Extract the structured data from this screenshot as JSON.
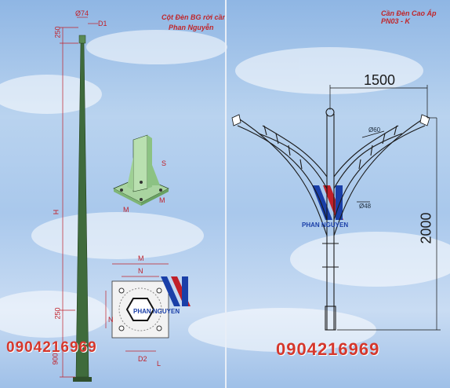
{
  "left_panel": {
    "title_line1": "Cột Đèn BG rời cần",
    "title_line2": "Phan Nguyễn",
    "phone": "0904216969",
    "labels": {
      "d74": "Ø74",
      "d1": "D1",
      "h250": "250",
      "h": "H",
      "h900": "900",
      "h250b": "250",
      "m_top": "M",
      "n_top": "N",
      "n_side": "N",
      "d2": "D2",
      "l": "L",
      "s": "S",
      "m_iso_left": "M",
      "m_iso_right": "M"
    },
    "logo_text": "PHAN NGUYEN"
  },
  "right_panel": {
    "title": "Cần Đèn Cao Áp PN03 - K",
    "phone": "0904216969",
    "dim_width": "1500",
    "dim_height": "2000",
    "d60": "Ø60",
    "d48": "Ø48",
    "logo_text": "PHAN NGUYEN"
  },
  "colors": {
    "pole": "#3f6b3c",
    "dimension_red": "#c0202a",
    "phone_red": "#d5372c",
    "logo_blue": "#1a3fa8"
  }
}
